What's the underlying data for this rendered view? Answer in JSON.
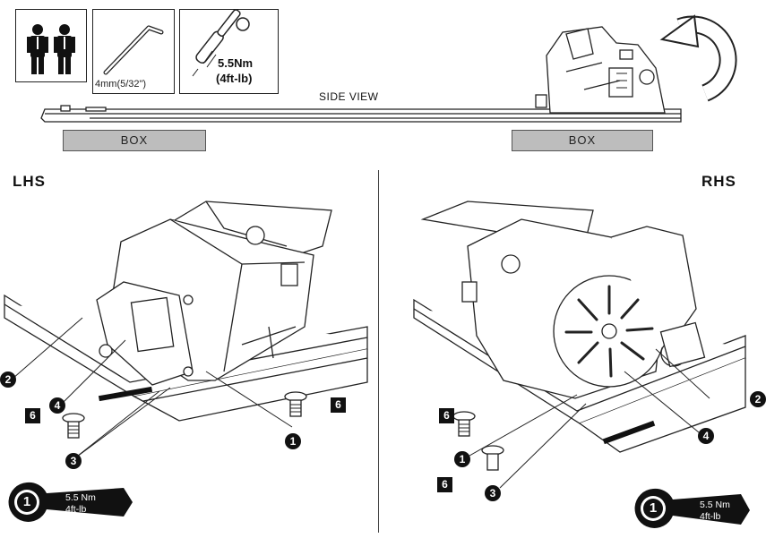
{
  "tools": {
    "hex_key_size": "4mm(5/32\")",
    "torque_value": "5.5Nm",
    "torque_imperial": "(4ft-lb)"
  },
  "side_view": {
    "title": "SIDE VIEW",
    "box_left": "BOX",
    "box_right": "BOX"
  },
  "lhs": {
    "heading": "LHS",
    "callouts": [
      "2",
      "4",
      "1",
      "3"
    ],
    "part_numbers": [
      "6",
      "6"
    ],
    "torque_step": "1",
    "torque_metric": "5.5 Nm",
    "torque_imperial": "4ft-lb"
  },
  "rhs": {
    "heading": "RHS",
    "callouts": [
      "2",
      "4",
      "1",
      "3"
    ],
    "part_numbers": [
      "6",
      "6"
    ],
    "torque_step": "1",
    "torque_metric": "5.5 Nm",
    "torque_imperial": "4ft-lb"
  }
}
